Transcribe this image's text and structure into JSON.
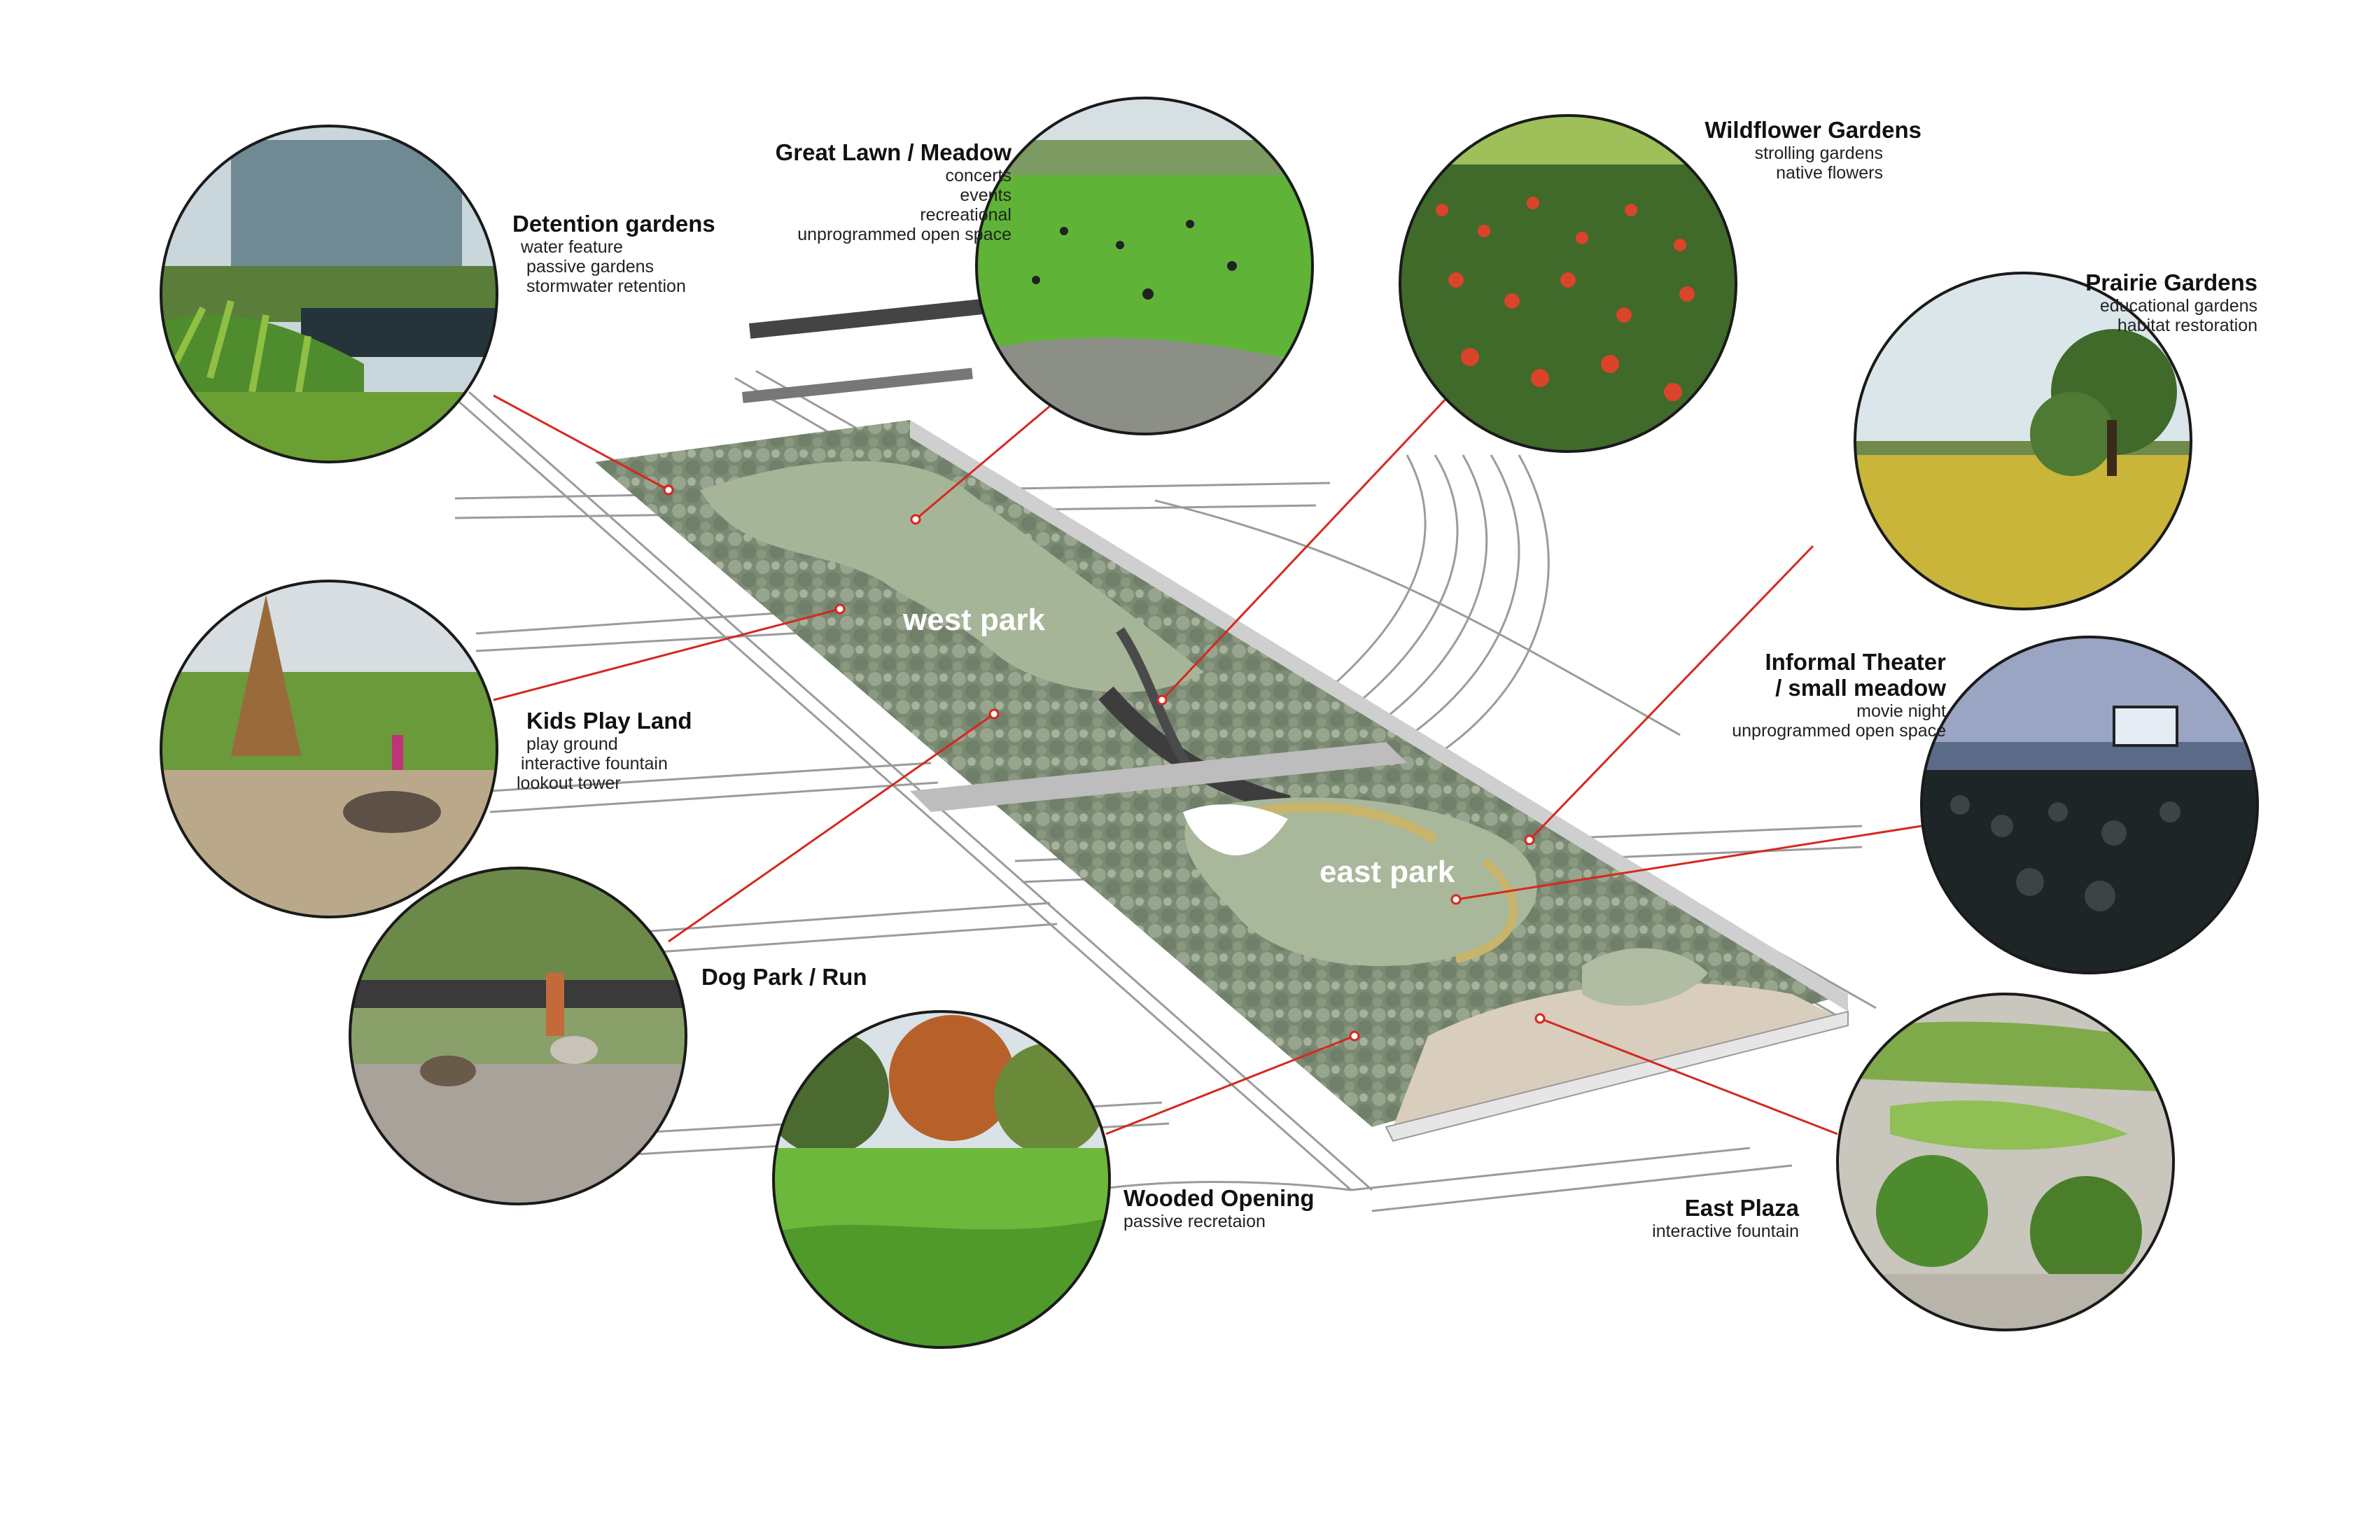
{
  "park_labels": {
    "west": "west park",
    "east": "east park"
  },
  "colors": {
    "leader": "#d6281e",
    "lawn": "#a7b79a",
    "trees": "#7d8b76",
    "plaza": "#d8ccbc",
    "road": "#9a9a9a"
  },
  "zones": [
    {
      "id": "detention",
      "title": "Detention gardens",
      "lines": [
        "water feature",
        "passive gardens",
        "stormwater retention"
      ],
      "photo": "pond-with-grasses-photo"
    },
    {
      "id": "great-lawn",
      "title": "Great Lawn / Meadow",
      "lines": [
        "concerts",
        "events",
        "recreational",
        "unprogrammed open space"
      ],
      "photo": "lawn-with-people-photo"
    },
    {
      "id": "wildflower",
      "title": "Wildflower Gardens",
      "lines": [
        "strolling gardens",
        "native flowers"
      ],
      "photo": "red-flower-meadow-photo"
    },
    {
      "id": "prairie",
      "title": "Prairie Gardens",
      "lines": [
        "educational gardens",
        "habitat restoration"
      ],
      "photo": "prairie-with-tree-photo"
    },
    {
      "id": "kids",
      "title": "Kids Play Land",
      "lines": [
        "play ground",
        "interactive fountain",
        "lookout tower"
      ],
      "photo": "playground-photo"
    },
    {
      "id": "theater",
      "title": "Informal Theater / small meadow",
      "title_lines": [
        "Informal Theater",
        "/ small meadow"
      ],
      "lines": [
        "movie night",
        "unprogrammed open space"
      ],
      "photo": "outdoor-movie-crowd-photo"
    },
    {
      "id": "dog",
      "title": "Dog Park / Run",
      "lines": [],
      "photo": "dog-run-photo"
    },
    {
      "id": "wooded",
      "title": "Wooded Opening",
      "lines": [
        "passive recretaion"
      ],
      "photo": "wooded-lawn-photo"
    },
    {
      "id": "plaza",
      "title": "East Plaza",
      "lines": [
        "interactive fountain"
      ],
      "photo": "plaza-fountain-photo"
    }
  ]
}
